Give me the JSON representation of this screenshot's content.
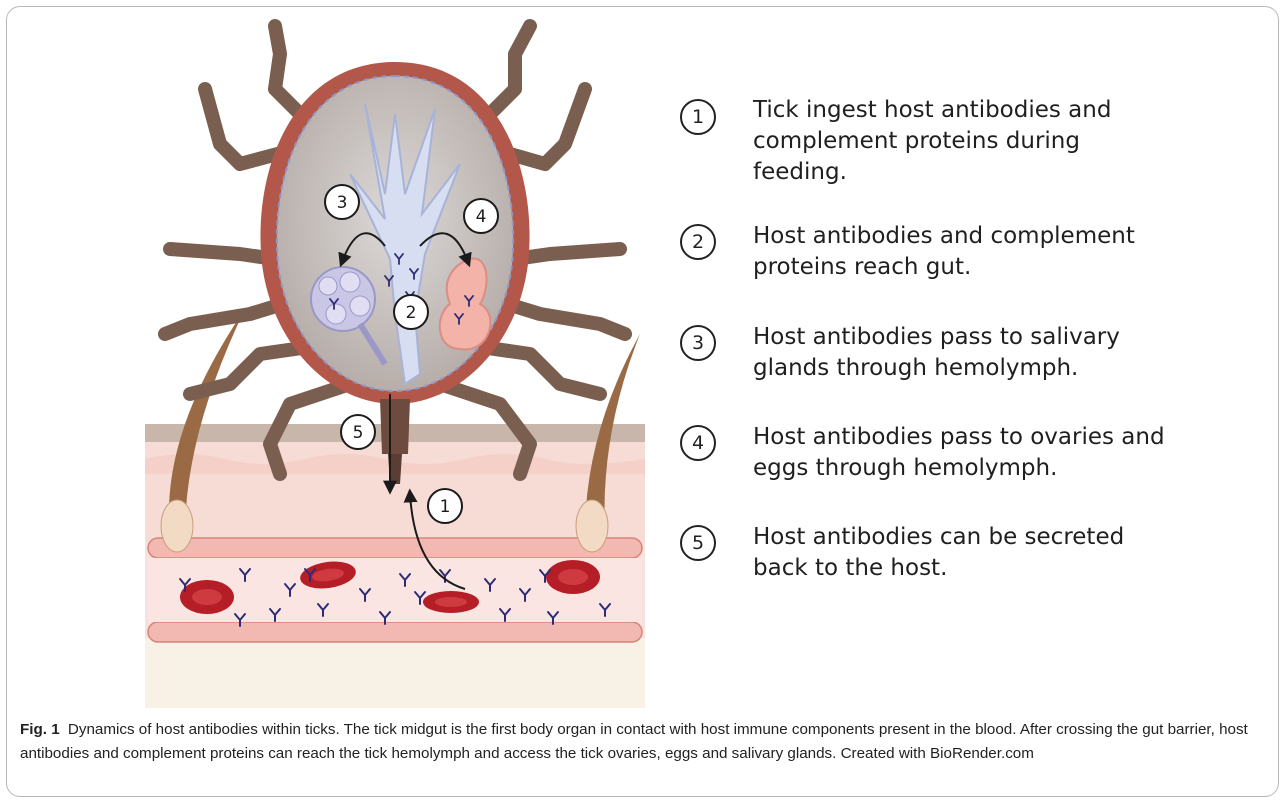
{
  "diagram": {
    "markers": [
      "1",
      "2",
      "3",
      "4",
      "5"
    ]
  },
  "legend": [
    {
      "num": "1",
      "text": "Tick ingest host antibodies and\ncomplement proteins  during\nfeeding."
    },
    {
      "num": "2",
      "text": "Host antibodies and complement\nproteins reach gut."
    },
    {
      "num": "3",
      "text": "Host antibodies pass to salivary\nglands  through hemolymph."
    },
    {
      "num": "4",
      "text": "Host antibodies pass to ovaries and\neggs through hemolymph."
    },
    {
      "num": "5",
      "text": "Host antibodies can be secreted\nback to the host."
    }
  ],
  "caption": {
    "label": "Fig. 1",
    "text": "Dynamics of host antibodies within ticks. The tick midgut is the first body organ in contact with host immune components present in the blood. After crossing the gut barrier, host antibodies and complement proteins can reach the tick hemolymph and access the tick ovaries, eggs and salivary glands. Created with BioRender.com"
  },
  "colors": {
    "tick_body": "#7a5e4f",
    "tick_scutum": "#b2574a",
    "gut": "#d7def2",
    "ovary": "#f4b3a8",
    "salivary": "#c9c6e6",
    "rbc": "#b51e27",
    "antibody": "#2d2b77",
    "skin": "#f6d9d3"
  }
}
